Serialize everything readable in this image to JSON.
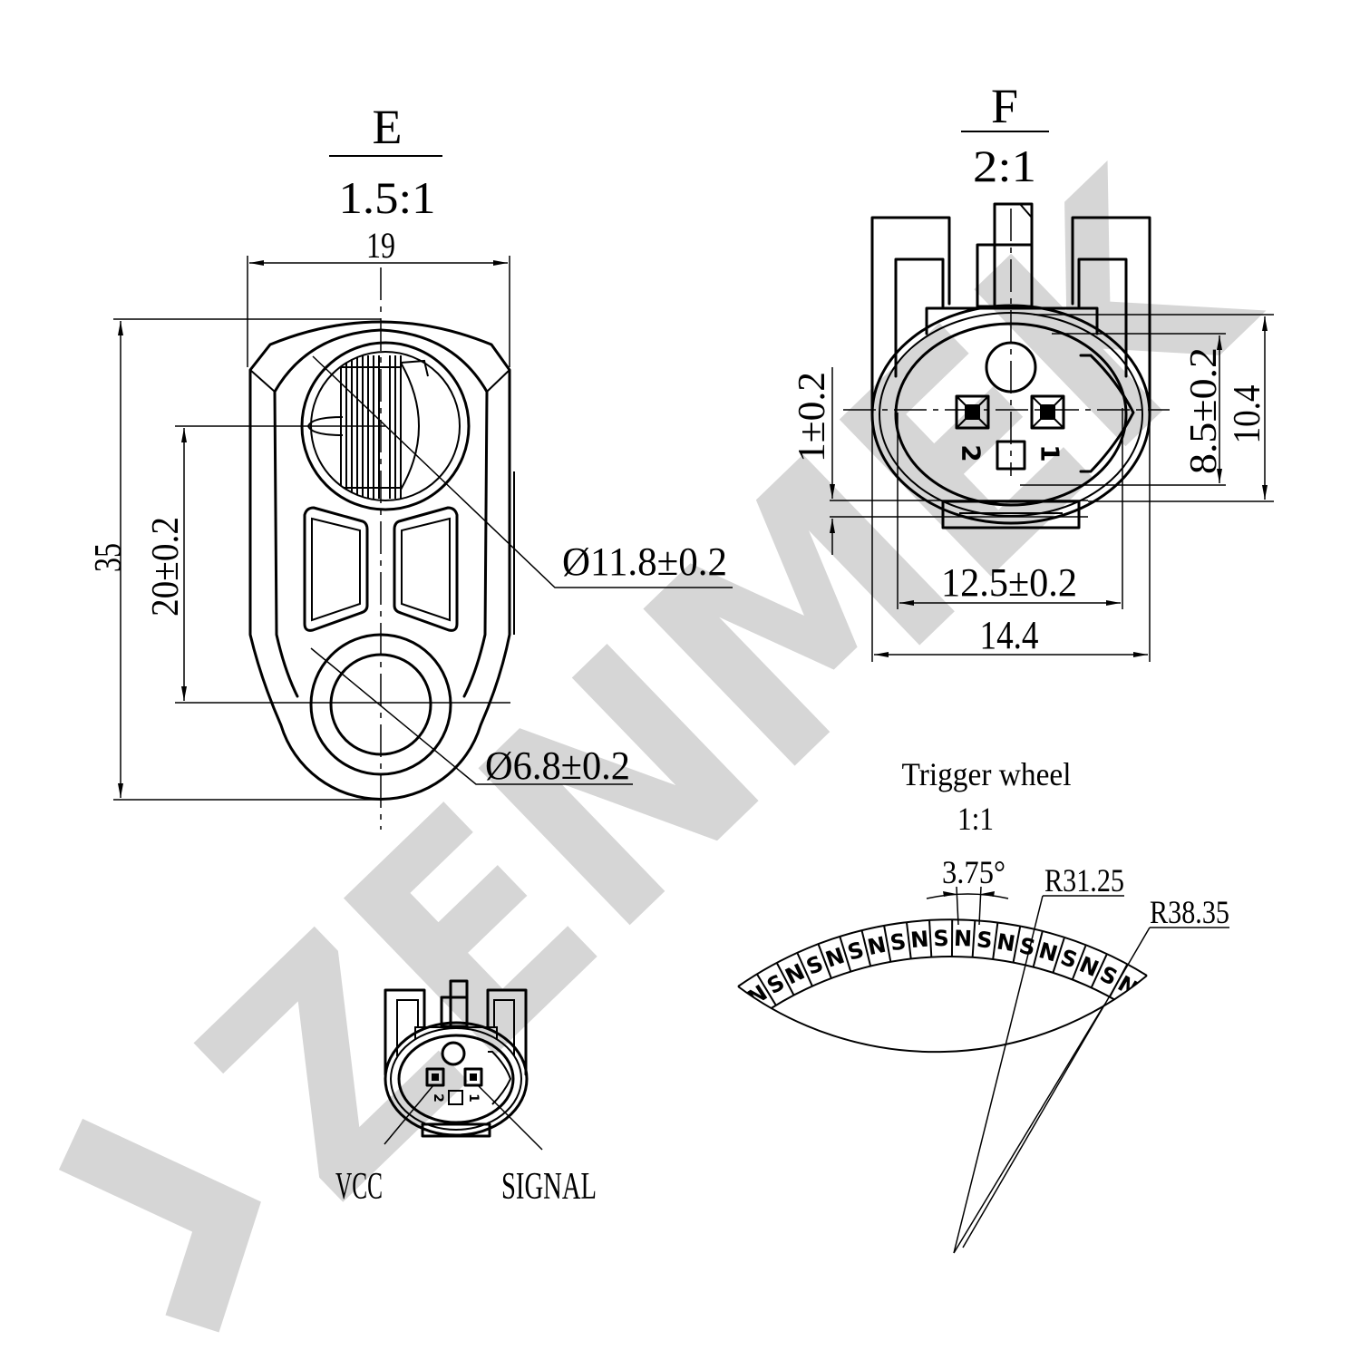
{
  "watermark": "ZENMEK",
  "colors": {
    "line": "#000000",
    "watermark": "#d6d6d6",
    "background": "#ffffff"
  },
  "view_e": {
    "label": "E",
    "scale": "1.5:1",
    "dims": {
      "width": "19",
      "height": "35",
      "hole_spacing": "20±0.2",
      "large_diameter": "Ø11.8±0.2",
      "small_diameter": "Ø6.8±0.2"
    }
  },
  "view_f": {
    "label": "F",
    "scale": "2:1",
    "dims": {
      "tab_height": "1±0.2",
      "cavity_height": "8.5±0.2",
      "overall_height": "10.4",
      "cavity_width": "12.5±0.2",
      "overall_width": "14.4"
    },
    "pins": {
      "pin_1": "1",
      "pin_2": "2"
    }
  },
  "connector": {
    "pin_1": "1",
    "pin_2": "2",
    "vcc_label": "VCC",
    "signal_label": "SIGNAL"
  },
  "trigger_wheel": {
    "title": "Trigger wheel",
    "scale": "1:1",
    "pitch_angle": "3.75°",
    "inner_radius": "R31.25",
    "outer_radius": "R38.35",
    "poles": [
      "N",
      "S",
      "N",
      "S",
      "N",
      "S",
      "N",
      "S",
      "N",
      "S",
      "N",
      "S",
      "N",
      "S",
      "N",
      "S",
      "N",
      "S",
      "N"
    ]
  }
}
